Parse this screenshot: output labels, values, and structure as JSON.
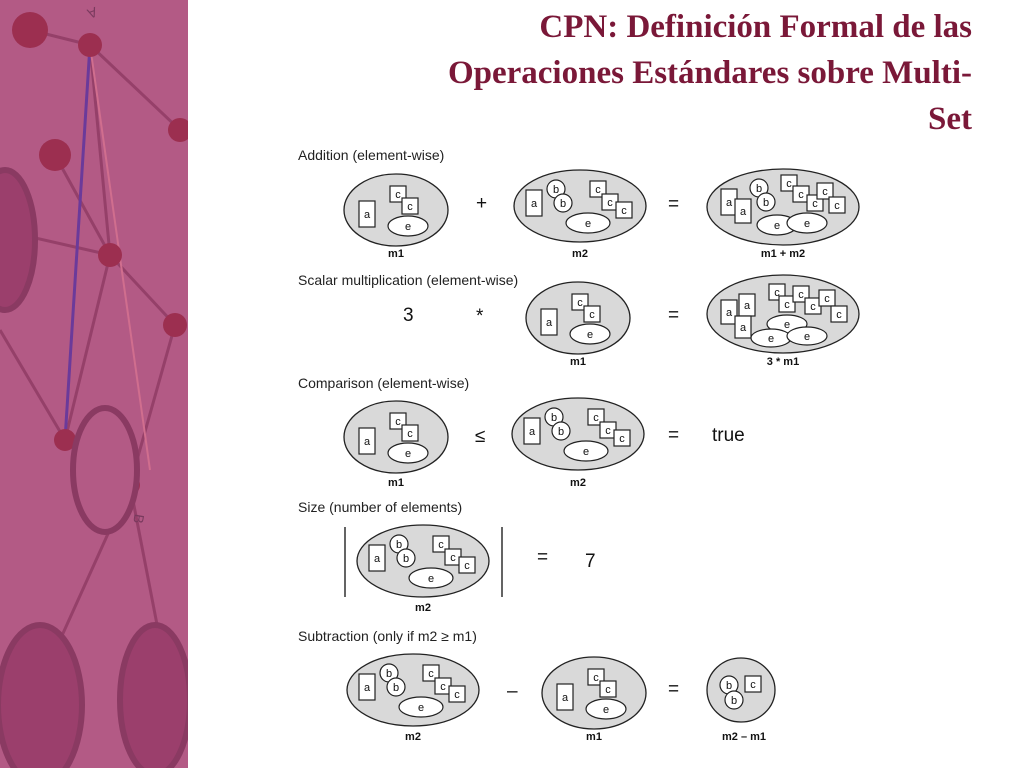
{
  "slide": {
    "title_lines": [
      "CPN: Definición Formal de las",
      "Operaciones Estándares sobre Multi-",
      "Set"
    ],
    "accent_color": "#7a1838",
    "sidebar_color": "#b35a85"
  },
  "sidebar_graph_letters": [
    "A",
    "B"
  ],
  "sections": [
    {
      "label": "Addition (element-wise)"
    },
    {
      "label": "Scalar multiplication (element-wise)"
    },
    {
      "label": "Comparison (element-wise)"
    },
    {
      "label": "Size (number of elements)"
    },
    {
      "label": "Subtraction (only if m2 ≥ m1)"
    }
  ],
  "operators": {
    "plus": "+",
    "times": "*",
    "leq": "≤",
    "minus": "–",
    "equals": "="
  },
  "values": {
    "scalar": "3",
    "comparison_result": "true",
    "size_result": "7"
  },
  "multiset_captions": {
    "m1": "m1",
    "m2": "m2",
    "sum": "m1 + m2",
    "scaled": "3 * m1",
    "difference": "m2 – m1"
  },
  "element_letters": {
    "a": "a",
    "b": "b",
    "c": "c",
    "e": "e"
  }
}
